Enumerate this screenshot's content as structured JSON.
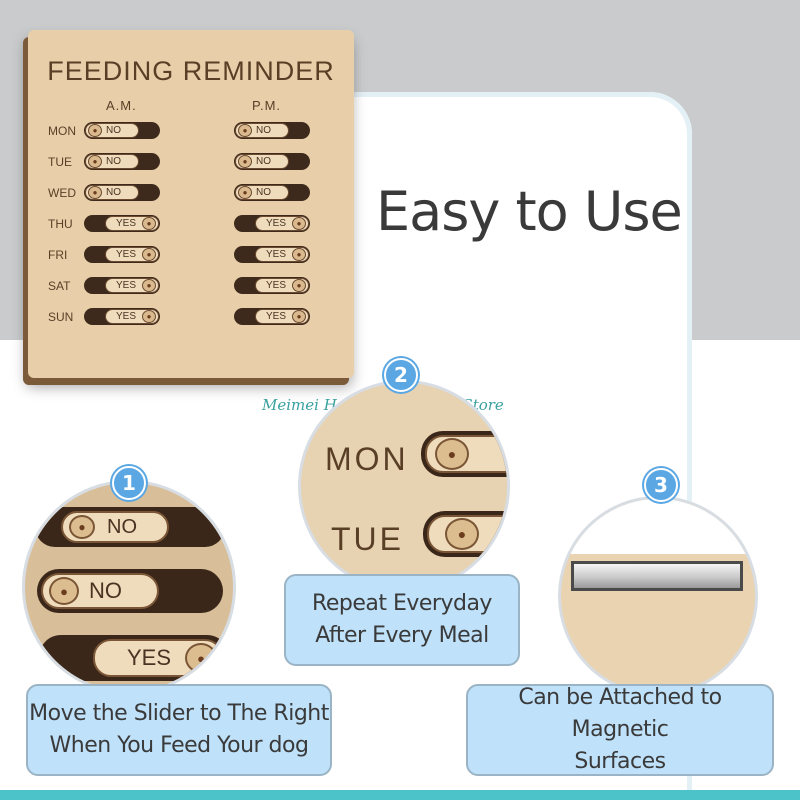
{
  "board": {
    "title": "FEEDING REMINDER",
    "am_label": "A.M.",
    "pm_label": "P.M.",
    "days": [
      {
        "day": "MON",
        "am": "NO",
        "pm": "NO"
      },
      {
        "day": "TUE",
        "am": "NO",
        "pm": "NO"
      },
      {
        "day": "WED",
        "am": "NO",
        "pm": "NO"
      },
      {
        "day": "THU",
        "am": "YES",
        "pm": "YES"
      },
      {
        "day": "FRI",
        "am": "YES",
        "pm": "YES"
      },
      {
        "day": "SAT",
        "am": "YES",
        "pm": "YES"
      },
      {
        "day": "SUN",
        "am": "YES",
        "pm": "YES"
      }
    ]
  },
  "headline": "Easy to Use",
  "watermark": "Meimei Home Decoration Store",
  "steps": [
    {
      "number": "1",
      "caption_line1": "Move the Slider to The Right",
      "caption_line2": "When You Feed Your dog",
      "closeup": [
        "NO",
        "NO",
        "YES"
      ]
    },
    {
      "number": "2",
      "caption_line1": "Repeat Everyday",
      "caption_line2": "After Every Meal",
      "closeup": [
        "MON",
        "TUE"
      ]
    },
    {
      "number": "3",
      "caption_line1": "Can be Attached to Magnetic",
      "caption_line2": "Surfaces"
    }
  ],
  "colors": {
    "accent_blue": "#5aa7e3",
    "caption_bg": "#bfe1fa",
    "teal_bar": "#4cc3c9",
    "wood": "#e8cfa9"
  },
  "icons": {
    "paw": "paw-print-icon"
  }
}
